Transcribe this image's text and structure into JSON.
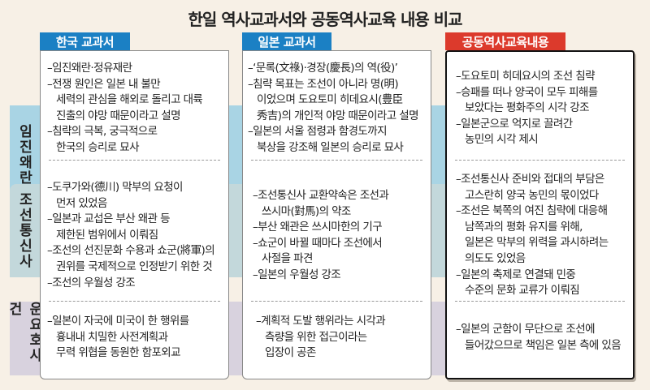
{
  "title": "한일 역사교과서와 공동역사교육 내용 비교",
  "colors": {
    "korea_tab": "#1b80c4",
    "japan_tab": "#1b80c4",
    "joint_tab": "#dc3a2c",
    "row1_band": "#a9d4e4",
    "row2_band": "#c3d8db",
    "row3_band": "#d8d2de",
    "background": "#f7f0e6"
  },
  "columns": [
    "한국 교과서",
    "일본 교과서",
    "공동역사교육내용"
  ],
  "rows": [
    {
      "label": "임진왜란",
      "korea": [
        {
          "t": "–임진왜란·정유재란",
          "i": false
        },
        {
          "t": "–전쟁 원인은 일본 내 불만",
          "i": false
        },
        {
          "t": "세력의 관심을 해외로 돌리고 대륙",
          "i": true
        },
        {
          "t": "진출의 야망 때문이라고 설명",
          "i": true
        },
        {
          "t": "–침략의 극복, 궁극적으로",
          "i": false
        },
        {
          "t": "한국의 승리로 묘사",
          "i": true
        }
      ],
      "japan": [
        {
          "t": "–‘문록(文祿)·경장(慶長)의 역(役)’",
          "i": false
        },
        {
          "t": "–침략 목표는 조선이 아니라 명(明)",
          "i": false
        },
        {
          "t": "이었으며 도요토미 히데요시(豊臣",
          "i": true
        },
        {
          "t": "秀吉)의 개인적 야망 때문이라고 설명",
          "i": true
        },
        {
          "t": "–일본의 서울 점령과 함경도까지",
          "i": false
        },
        {
          "t": "북상을  강조해 일본의 승리로 묘사",
          "i": true
        }
      ],
      "joint": [
        {
          "t": "–도요토미 히데요시의 조선 침략",
          "i": false
        },
        {
          "t": "–승패를 떠나 양국이 모두 피해를",
          "i": false
        },
        {
          "t": "보았다는 평화주의 시각 강조",
          "i": true
        },
        {
          "t": "–일본군으로 억지로 끌려간",
          "i": false
        },
        {
          "t": "농민의 시각 제시",
          "i": true
        }
      ]
    },
    {
      "label": "조선통신사",
      "korea": [
        {
          "t": "–도쿠가와(德川) 막부의 요청이",
          "i": false
        },
        {
          "t": "먼저 있었음",
          "i": true
        },
        {
          "t": "–일본과 교섭은 부산 왜관 등",
          "i": false
        },
        {
          "t": "제한된 범위에서 이뤄짐",
          "i": true
        },
        {
          "t": "–조선의 선진문화 수용과 쇼군(將軍)의",
          "i": false
        },
        {
          "t": "권위를 국제적으로 인정받기 위한 것",
          "i": true
        },
        {
          "t": "–조선의 우월성 강조",
          "i": false
        }
      ],
      "japan": [
        {
          "t": "–조선통신사 교환약속은 조선과",
          "i": false
        },
        {
          "t": "쓰시마(對馬)의 약조",
          "i": true
        },
        {
          "t": "–부산 왜관은 쓰시마한의 기구",
          "i": false
        },
        {
          "t": "–쇼군이 바뀔 때마다 조선에서",
          "i": false
        },
        {
          "t": "사절을 파견",
          "i": true
        },
        {
          "t": "–일본의 우월성 강조",
          "i": false
        }
      ],
      "joint": [
        {
          "t": "–조선통신사 준비와 접대의 부담은",
          "i": false
        },
        {
          "t": "고스란히 양국 농민의 몫이었다",
          "i": true
        },
        {
          "t": "–조선은 북쪽의 여진 침략에 대응해",
          "i": false
        },
        {
          "t": "남쪽과의 평화 유지를 위해,",
          "i": true
        },
        {
          "t": "일본은 막부의 위력을 과시하려는",
          "i": true
        },
        {
          "t": "의도도 있었음",
          "i": true
        },
        {
          "t": "–일본의 축제로 연결돼 민중",
          "i": false
        },
        {
          "t": "수준의 문화 교류가 이뤄짐",
          "i": true
        }
      ]
    },
    {
      "label": "운요호사건",
      "korea": [
        {
          "t": "–일본이 자국에 미국이 한 행위를",
          "i": false
        },
        {
          "t": "흉내내 치밀한 사전계획과",
          "i": true
        },
        {
          "t": "무력 위협을 동원한 함포외교",
          "i": true
        }
      ],
      "japan": [
        {
          "t": "–계획적 도발 행위라는 시각과",
          "i": false
        },
        {
          "t": "측량을 위한 접근이라는",
          "i": true
        },
        {
          "t": "입장이 공존",
          "i": true
        }
      ],
      "joint": [
        {
          "t": "–일본의 군함이 무단으로 조선에",
          "i": false
        },
        {
          "t": "들어갔으므로 책임은 일본 측에 있음",
          "i": true
        }
      ]
    }
  ]
}
